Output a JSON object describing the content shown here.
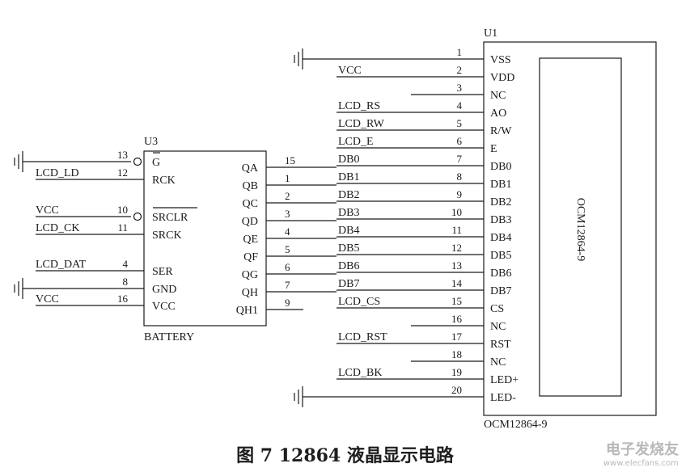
{
  "caption": "图 7  12864 液晶显示电路",
  "watermark": {
    "name": "电子发烧友",
    "url": "www.elecfans.com"
  },
  "u1": {
    "ref": "U1",
    "part": "OCM12864-9",
    "body_label": "OCM12864-9",
    "pins": [
      {
        "num": "1",
        "name": "VSS",
        "net": ""
      },
      {
        "num": "2",
        "name": "VDD",
        "net": "VCC"
      },
      {
        "num": "3",
        "name": "NC",
        "net": ""
      },
      {
        "num": "4",
        "name": "AO",
        "net": "LCD_RS"
      },
      {
        "num": "5",
        "name": "R/W",
        "net": "LCD_RW"
      },
      {
        "num": "6",
        "name": "E",
        "net": "LCD_E"
      },
      {
        "num": "7",
        "name": "DB0",
        "net": "DB0"
      },
      {
        "num": "8",
        "name": "DB1",
        "net": "DB1"
      },
      {
        "num": "9",
        "name": "DB2",
        "net": "DB2"
      },
      {
        "num": "10",
        "name": "DB3",
        "net": "DB3"
      },
      {
        "num": "11",
        "name": "DB4",
        "net": "DB4"
      },
      {
        "num": "12",
        "name": "DB5",
        "net": "DB5"
      },
      {
        "num": "13",
        "name": "DB6",
        "net": "DB6"
      },
      {
        "num": "14",
        "name": "DB7",
        "net": "DB7"
      },
      {
        "num": "15",
        "name": "CS",
        "net": "LCD_CS"
      },
      {
        "num": "16",
        "name": "NC",
        "net": ""
      },
      {
        "num": "17",
        "name": "RST",
        "net": "LCD_RST"
      },
      {
        "num": "18",
        "name": "NC",
        "net": ""
      },
      {
        "num": "19",
        "name": "LED+",
        "net": "LCD_BK"
      },
      {
        "num": "20",
        "name": "LED-",
        "net": ""
      }
    ]
  },
  "u3": {
    "ref": "U3",
    "part": "BATTERY",
    "left_pins": [
      {
        "num": "13",
        "name": "G",
        "net": ""
      },
      {
        "num": "12",
        "name": "RCK",
        "net": "LCD_LD"
      },
      {
        "num": "10",
        "name": "SRCLR",
        "net": "VCC"
      },
      {
        "num": "11",
        "name": "SRCK",
        "net": "LCD_CK"
      },
      {
        "num": "4",
        "name": "SER",
        "net": "LCD_DAT"
      },
      {
        "num": "8",
        "name": "GND",
        "net": ""
      },
      {
        "num": "16",
        "name": "VCC",
        "net": "VCC"
      }
    ],
    "right_pins": [
      {
        "num": "15",
        "name": "QA"
      },
      {
        "num": "1",
        "name": "QB"
      },
      {
        "num": "2",
        "name": "QC"
      },
      {
        "num": "3",
        "name": "QD"
      },
      {
        "num": "4",
        "name": "QE"
      },
      {
        "num": "5",
        "name": "QF"
      },
      {
        "num": "6",
        "name": "QG"
      },
      {
        "num": "7",
        "name": "QH"
      },
      {
        "num": "9",
        "name": "QH1"
      }
    ]
  }
}
